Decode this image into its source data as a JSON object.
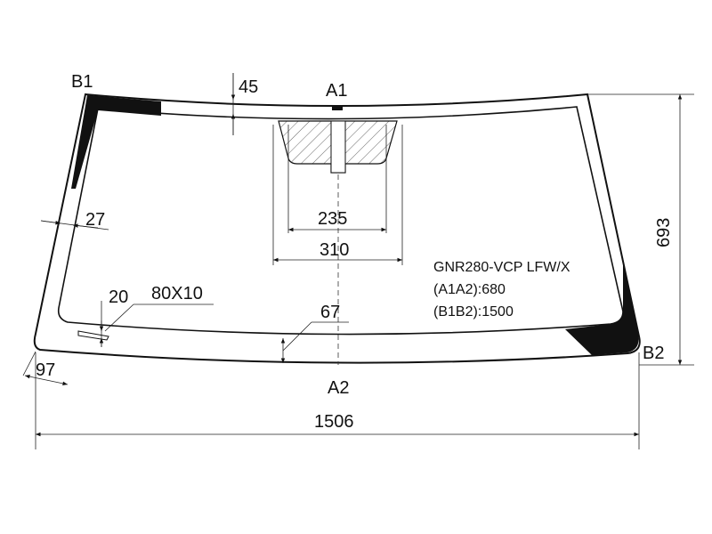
{
  "labels": {
    "b1": "B1",
    "a1": "A1",
    "a2": "A2",
    "b2": "B2"
  },
  "dimensions": {
    "top_border": "45",
    "side_border": "27",
    "bracket_inner_width": "235",
    "bracket_outer_width": "310",
    "vertical_height": "693",
    "bottom_border": "67",
    "sensor_offset": "20",
    "sensor_size": "80X10",
    "corner_offset": "97",
    "total_width": "1506"
  },
  "spec": {
    "model": "GNR280-VCP LFW/X",
    "a1a2": "(A1A2):680",
    "b1b2": "(B1B2):1500"
  },
  "colors": {
    "outline": "#111111",
    "black_band": "#111111",
    "hatch": "#555555"
  }
}
